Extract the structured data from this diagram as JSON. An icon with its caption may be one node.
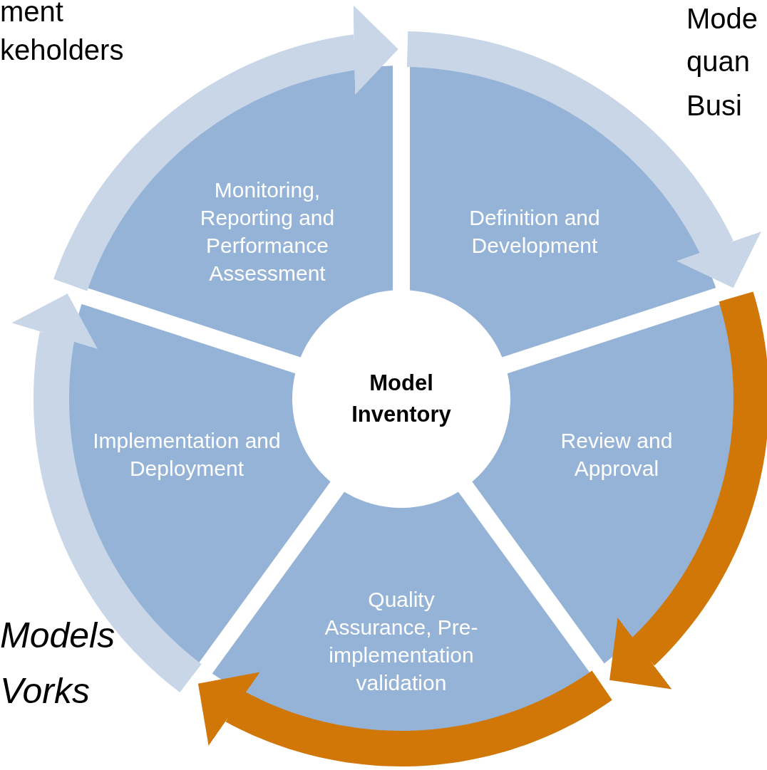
{
  "diagram": {
    "nodes": [
      {
        "text": [
          "Model Inventory"
        ]
      },
      {
        "text": [
          "Monitoring, Reporting and Performance Assessment"
        ]
      },
      {
        "text": [
          "Definition and Development"
        ]
      },
      {
        "text": [
          "Review and Approval"
        ]
      },
      {
        "text": [
          "Quality Assurance, Pre-implementation validation"
        ]
      },
      {
        "text": [
          "Implementation and Deployment"
        ]
      }
    ],
    "edges": [
      {
        "from": null,
        "to": 5,
        "arrow": "to"
      },
      {
        "from": null,
        "to": 1,
        "arrow": "to"
      },
      {
        "from": null,
        "to": 2,
        "arrow": "to"
      },
      {
        "from": null,
        "to": 3,
        "arrow": "to",
        "color": "#d07708"
      },
      {
        "from": null,
        "to": 4,
        "arrow": "to",
        "color": "#d07708"
      }
    ],
    "labels": [
      "ment",
      "keholders",
      "Mode",
      "quan",
      "Busi",
      "Models",
      "Vorks"
    ]
  }
}
